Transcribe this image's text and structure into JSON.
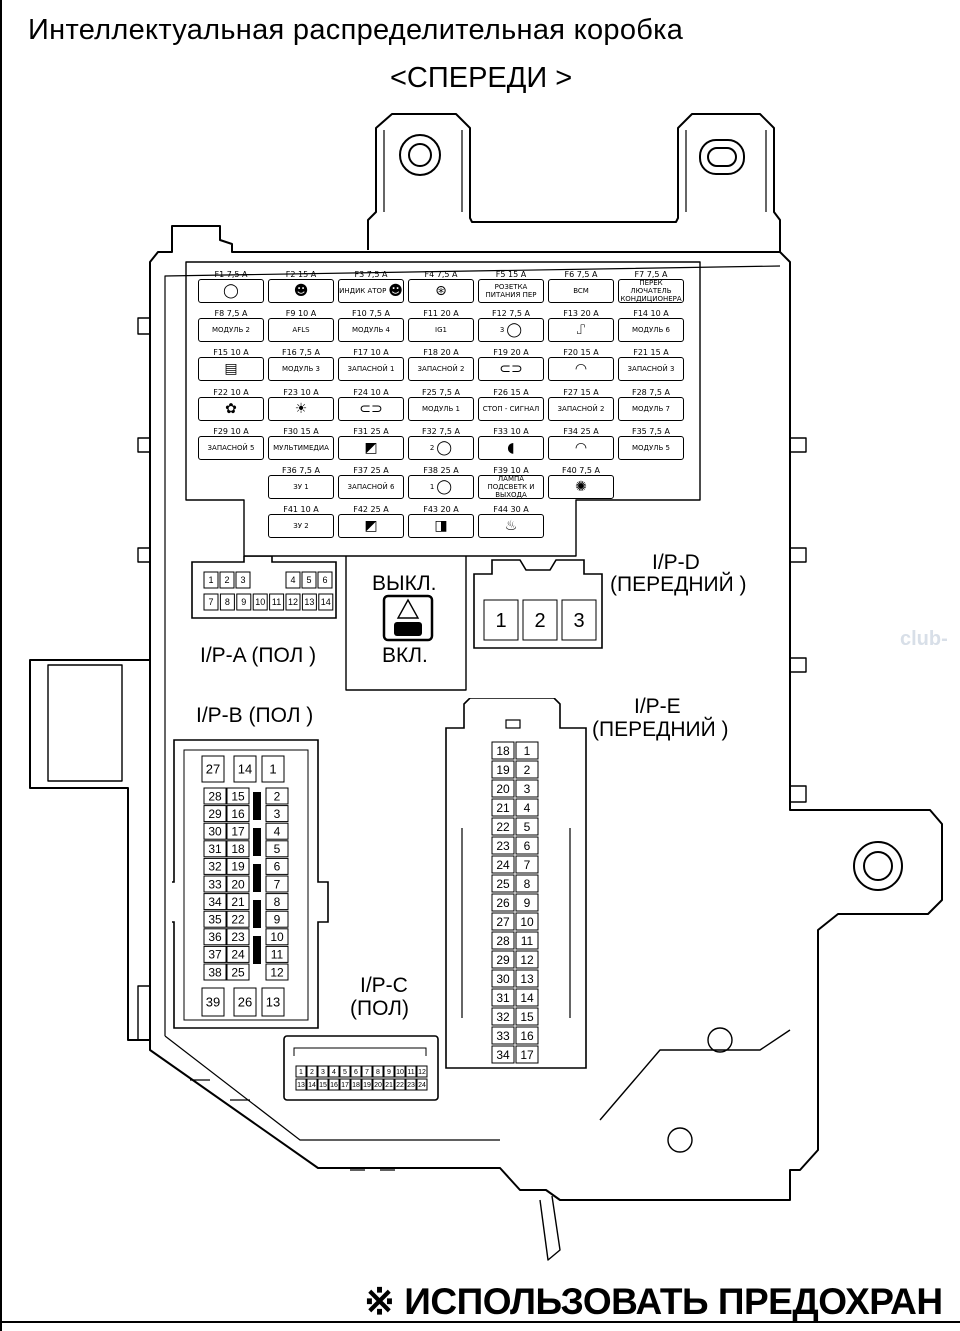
{
  "title": "Интеллектуальная  распределительная  коробка",
  "subtitle": "<СПЕРЕДИ  >",
  "watermark": "club-",
  "footer": "※ ИСПОЛЬЗОВАТЬ ПРЕДОХРАН",
  "fuses": [
    {
      "id": "F1 7,5 A",
      "text": "",
      "icon": "lamp-icon"
    },
    {
      "id": "F2 15 A",
      "text": "",
      "icon": "airbag-icon"
    },
    {
      "id": "F3 7,5 A",
      "text": "ИНДИК АТОР",
      "icon": "airbag-icon"
    },
    {
      "id": "F4 7,5 A",
      "text": "",
      "icon": "steering-wheel-icon"
    },
    {
      "id": "F5 15 A",
      "text": "РОЗЕТКА ПИТАНИЯ ПЕР",
      "icon": ""
    },
    {
      "id": "F6 7,5 A",
      "text": "BCM",
      "icon": ""
    },
    {
      "id": "F7 7,5 A",
      "text": "ПЕРЕК ЛЮЧАТЕЛЬ КОНДИЦИОНЕРА",
      "icon": ""
    },
    {
      "id": "F8 7,5 A",
      "text": "МОДУЛЬ 2",
      "icon": ""
    },
    {
      "id": "F9 10 A",
      "text": "AFLS",
      "icon": ""
    },
    {
      "id": "F10 7,5 A",
      "text": "МОДУЛЬ 4",
      "icon": ""
    },
    {
      "id": "F11 20 A",
      "text": "IG1",
      "icon": ""
    },
    {
      "id": "F12 7,5 A",
      "text": "3",
      "icon": "lamp-icon"
    },
    {
      "id": "F13 20 A",
      "text": "",
      "icon": "seat-icon"
    },
    {
      "id": "F14 10 A",
      "text": "МОДУЛЬ 6",
      "icon": ""
    },
    {
      "id": "F15 10 A",
      "text": "",
      "icon": "rear-defrost-icon"
    },
    {
      "id": "F16 7,5 A",
      "text": "МОДУЛЬ 3",
      "icon": ""
    },
    {
      "id": "F17 10 A",
      "text": "ЗАПАСНОЙ  1",
      "icon": ""
    },
    {
      "id": "F18 20 A",
      "text": "ЗАПАСНОЙ  2",
      "icon": ""
    },
    {
      "id": "F19 20 A",
      "text": "",
      "icon": "car-icon"
    },
    {
      "id": "F20 15 A",
      "text": "",
      "icon": "wiper-icon"
    },
    {
      "id": "F21 15 A",
      "text": "ЗАПАСНОЙ  3",
      "icon": ""
    },
    {
      "id": "F22 10 A",
      "text": "",
      "icon": "fan-icon"
    },
    {
      "id": "F23 10 A",
      "text": "",
      "icon": "room-lamp-icon"
    },
    {
      "id": "F24 10 A",
      "text": "",
      "icon": "car-icon"
    },
    {
      "id": "F25 7,5 A",
      "text": "МОДУЛЬ 1",
      "icon": ""
    },
    {
      "id": "F26 15 A",
      "text": "СТОП - СИГНАЛ",
      "icon": ""
    },
    {
      "id": "F27 15 A",
      "text": "ЗАПАСНОЙ  2",
      "icon": ""
    },
    {
      "id": "F28 7,5 A",
      "text": "МОДУЛЬ 7",
      "icon": ""
    },
    {
      "id": "F29 10 A",
      "text": "ЗАПАСНОЙ  5",
      "icon": ""
    },
    {
      "id": "F30 15 A",
      "text": "МУЛЬТИМЕДИА",
      "icon": ""
    },
    {
      "id": "F31 25 A",
      "text": "",
      "icon": "power-window-icon"
    },
    {
      "id": "F32 7,5 A",
      "text": "2",
      "icon": "lamp-icon"
    },
    {
      "id": "F33 10 A",
      "text": "",
      "icon": "fog-lamp-icon"
    },
    {
      "id": "F34 25 A",
      "text": "",
      "icon": "wiper-icon"
    },
    {
      "id": "F35 7,5 A",
      "text": "МОДУЛЬ 5",
      "icon": ""
    },
    {
      "id": "F36 7,5 A",
      "text": "ЗУ 1",
      "icon": ""
    },
    {
      "id": "F37 25 A",
      "text": "ЗАПАСНОЙ  6",
      "icon": ""
    },
    {
      "id": "F38 25 A",
      "text": "1",
      "icon": "lamp-icon"
    },
    {
      "id": "F39 10 A",
      "text": "ЛАМПА  ПОДСВЕТК И ВЫХОДА",
      "icon": ""
    },
    {
      "id": "F40 7,5 A",
      "text": "",
      "icon": "snowflake-icon"
    },
    {
      "id": "F41 10 A",
      "text": "ЗУ 2",
      "icon": ""
    },
    {
      "id": "F42 25 A",
      "text": "",
      "icon": "power-window-icon"
    },
    {
      "id": "F43 20 A",
      "text": "",
      "icon": "door-lock-icon"
    },
    {
      "id": "F44 30 A",
      "text": "",
      "icon": "seat-heater-icon"
    }
  ],
  "connectors": {
    "ipa": {
      "label": "I/P-A (ПОЛ )",
      "pins_top": [
        "1",
        "2",
        "3",
        "4",
        "5",
        "6"
      ],
      "pins_bottom": [
        "7",
        "8",
        "9",
        "10",
        "11",
        "12",
        "13",
        "14"
      ]
    },
    "ipb": {
      "label": "I/P-B (ПОЛ )",
      "top_row": [
        "27",
        "14",
        "1"
      ],
      "left_col": [
        "28",
        "29",
        "30",
        "31",
        "32",
        "33",
        "34",
        "35",
        "36",
        "37",
        "38"
      ],
      "mid_col": [
        "15",
        "16",
        "17",
        "18",
        "19",
        "20",
        "21",
        "22",
        "23",
        "24",
        "25"
      ],
      "right_col": [
        "2",
        "3",
        "4",
        "5",
        "6",
        "7",
        "8",
        "9",
        "10",
        "11",
        "12"
      ],
      "bottom_row": [
        "39",
        "26",
        "13"
      ]
    },
    "ipc": {
      "label_line1": "I/P-C",
      "label_line2": "(ПОЛ)",
      "pins_top": [
        "1",
        "2",
        "3",
        "4",
        "5",
        "6",
        "7",
        "8",
        "9",
        "10",
        "11",
        "12"
      ],
      "pins_bottom": [
        "13",
        "14",
        "15",
        "16",
        "17",
        "18",
        "19",
        "20",
        "21",
        "22",
        "23",
        "24"
      ]
    },
    "ipd": {
      "label_line1": "I/P-D",
      "label_line2": "(ПЕРЕДНИЙ  )",
      "pins": [
        "1",
        "2",
        "3"
      ]
    },
    "ipe": {
      "label_line1": "I/P-E",
      "label_line2": "(ПЕРЕДНИЙ  )",
      "left_col": [
        "18",
        "19",
        "20",
        "21",
        "22",
        "23",
        "24",
        "25",
        "26",
        "27",
        "28",
        "29",
        "30",
        "31",
        "32",
        "33",
        "34"
      ],
      "right_col": [
        "1",
        "2",
        "3",
        "4",
        "5",
        "6",
        "7",
        "8",
        "9",
        "10",
        "11",
        "12",
        "13",
        "14",
        "15",
        "16",
        "17"
      ]
    }
  },
  "switch": {
    "off_label": "ВЫКЛ.",
    "on_label": "ВКЛ."
  }
}
